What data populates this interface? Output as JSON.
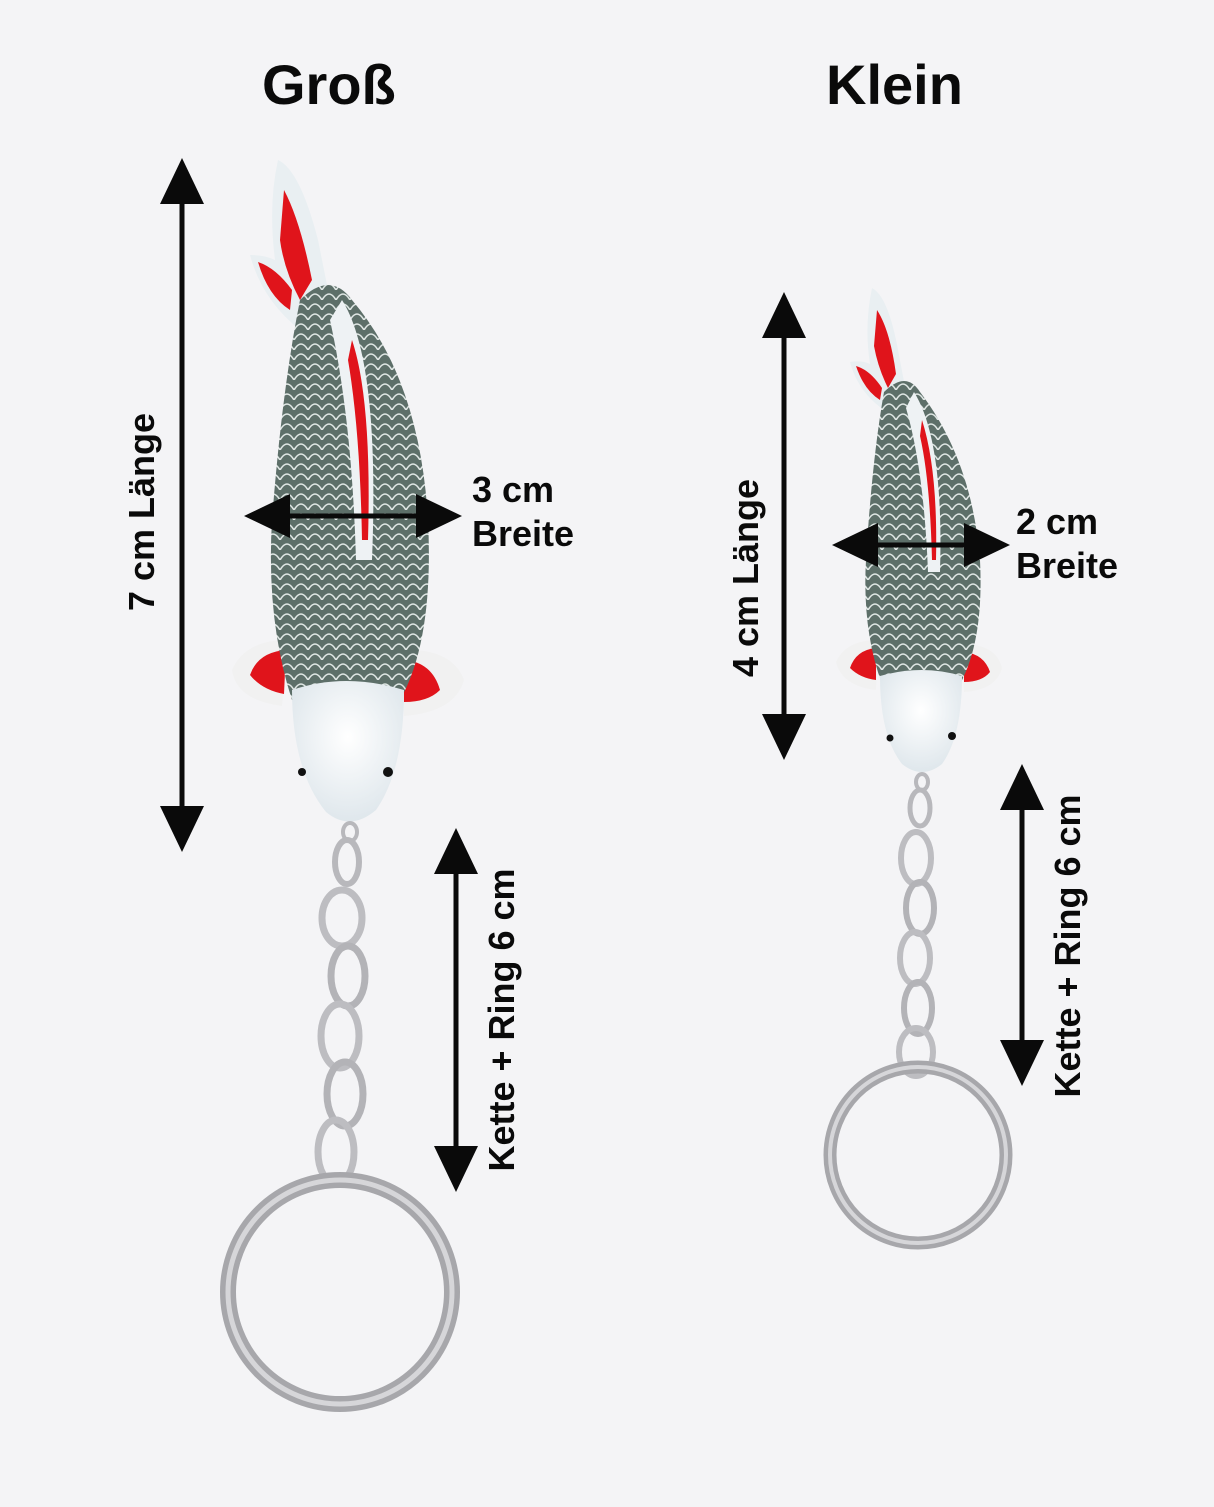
{
  "titles": {
    "large": "Groß",
    "small": "Klein"
  },
  "large": {
    "length": "7 cm Länge",
    "width_value": "3 cm",
    "width_label": "Breite",
    "chain": "Kette + Ring 6 cm"
  },
  "small": {
    "length": "4 cm Länge",
    "width_value": "2 cm",
    "width_label": "Breite",
    "chain": "Kette + Ring 6 cm"
  },
  "colors": {
    "background": "#f4f4f6",
    "fish_scales": "#5c6e68",
    "fish_white": "#eef3f5",
    "fish_red": "#e0141b",
    "metal": "#b8b8bc",
    "text": "#0a0a0a"
  },
  "icons": [
    "koi-fish-keychain-large",
    "koi-fish-keychain-small",
    "double-arrow"
  ]
}
